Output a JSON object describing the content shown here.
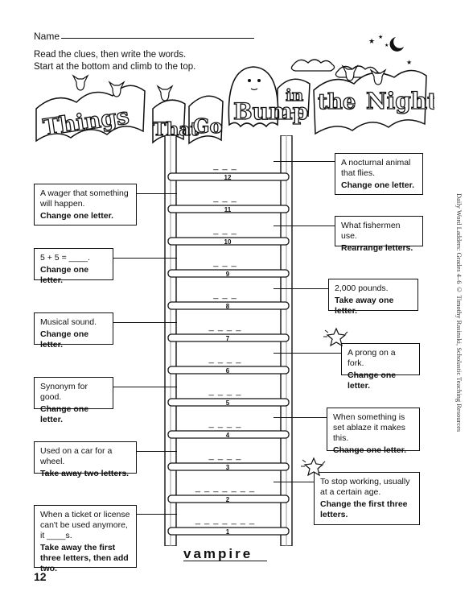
{
  "header": {
    "name_label": "Name",
    "instruction_1": "Read the clues, then write the words.",
    "instruction_2": "Start at the bottom and climb to the top."
  },
  "title_words": [
    "Things",
    "That",
    "Go",
    "Bump",
    "in",
    "the",
    "Night"
  ],
  "rungs": [
    {
      "number": "12",
      "blank": "_ _ _"
    },
    {
      "number": "11",
      "blank": "_ _ _"
    },
    {
      "number": "10",
      "blank": "_ _ _"
    },
    {
      "number": "9",
      "blank": "_ _ _"
    },
    {
      "number": "8",
      "blank": "_ _ _"
    },
    {
      "number": "7",
      "blank": "_ _ _ _"
    },
    {
      "number": "6",
      "blank": "_ _ _ _"
    },
    {
      "number": "5",
      "blank": "_ _ _ _"
    },
    {
      "number": "4",
      "blank": "_ _ _ _"
    },
    {
      "number": "3",
      "blank": "_ _ _ _"
    },
    {
      "number": "2",
      "blank": "_ _ _ _ _ _ _"
    },
    {
      "number": "1",
      "blank": "_ _ _ _ _ _ _"
    }
  ],
  "clues": {
    "c12": {
      "clue": "A nocturnal animal that flies.",
      "rule": "Change one letter."
    },
    "c11": {
      "clue": "A wager that something will happen.",
      "rule": "Change one letter."
    },
    "c10": {
      "clue": "What fishermen use.",
      "rule": "Rearrange letters."
    },
    "c9": {
      "clue": "5 + 5 = ____.",
      "rule": "Change one letter."
    },
    "c8": {
      "clue": "2,000 pounds.",
      "rule": "Take away one letter."
    },
    "c7": {
      "clue": "Musical sound.",
      "rule": "Change one letter."
    },
    "c6": {
      "clue": "A prong on a fork.",
      "rule": "Change one letter."
    },
    "c5": {
      "clue": "Synonym for good.",
      "rule": "Change one letter."
    },
    "c4": {
      "clue": "When something is set ablaze it makes this.",
      "rule": "Change one letter."
    },
    "c3": {
      "clue": "Used on a car for a wheel.",
      "rule": "Take away two letters."
    },
    "c2": {
      "clue": "To stop working, usually at a certain age.",
      "rule": "Change the first three letters."
    },
    "c1": {
      "clue": "When a ticket or license can't be used anymore, it ____s.",
      "rule": "Take away the first three letters, then add two."
    }
  },
  "start_word": "vampire",
  "page_number": "12",
  "side_credit": "Daily Word Ladders: Grades 4–6 © Timothy Rasinski, Scholastic Teaching Resources"
}
